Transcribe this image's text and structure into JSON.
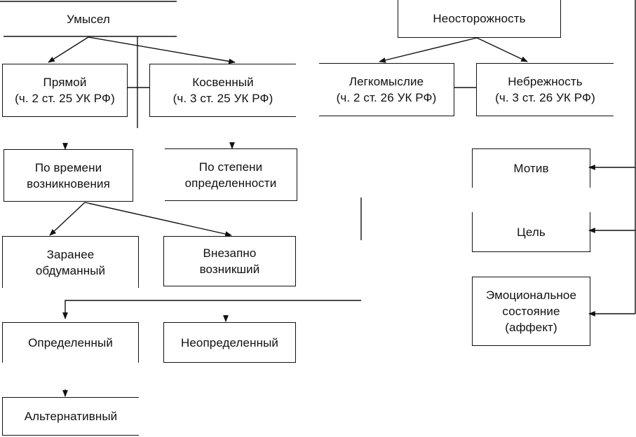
{
  "diagram": {
    "nodes": {
      "umysel": {
        "lines": [
          "Умысел"
        ]
      },
      "neostorozhnost": {
        "lines": [
          "Неосторожность"
        ]
      },
      "pryamoy": {
        "lines": [
          "Прямой",
          "(ч. 2 ст. 25 УК РФ)"
        ]
      },
      "kosvenny": {
        "lines": [
          "Косвенный",
          "(ч. 3 ст. 25 УК РФ)"
        ]
      },
      "legkomyslie": {
        "lines": [
          "Легкомыслие",
          "(ч. 2 ст. 26 УК РФ)"
        ]
      },
      "nebrezhnost": {
        "lines": [
          "Небрежность",
          "(ч. 3 ст. 26 УК РФ)"
        ]
      },
      "po_vremeni": {
        "lines": [
          "По времени",
          "возникновения"
        ]
      },
      "po_stepeni": {
        "lines": [
          "По степени",
          "определенности"
        ]
      },
      "motiv": {
        "lines": [
          "Мотив"
        ]
      },
      "tsel": {
        "lines": [
          "Цель"
        ]
      },
      "emotsionalnoe": {
        "lines": [
          "Эмоциональное",
          "состояние",
          "(аффект)"
        ]
      },
      "zaranee": {
        "lines": [
          "Заранее",
          "обдуманный"
        ]
      },
      "vnezapno": {
        "lines": [
          "Внезапно",
          "возникший"
        ]
      },
      "opredelenny": {
        "lines": [
          "Определенный"
        ]
      },
      "neopredelenny": {
        "lines": [
          "Неопределенный"
        ]
      },
      "alternativny": {
        "lines": [
          "Альтернативный"
        ]
      }
    }
  }
}
